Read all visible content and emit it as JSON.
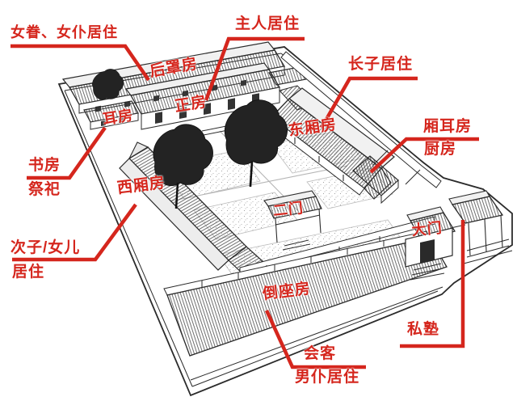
{
  "diagram": {
    "subject": "siheyuan-courtyard-house",
    "colors": {
      "label_red": "#d5261d",
      "ink": "#2b2b2b",
      "paper": "#ffffff"
    }
  },
  "building_labels": {
    "rear_row": "后罩房",
    "main_hall": "正房",
    "ear_room": "耳房",
    "east_wing": "东厢房",
    "west_wing": "西厢房",
    "inner_gate": "二门",
    "main_gate": "大门",
    "front_row": "倒座房"
  },
  "callouts": {
    "women_quarters": {
      "line1": "女眷、女仆居住"
    },
    "master_residence": {
      "line1": "主人居住"
    },
    "eldest_son": {
      "line1": "长子居住"
    },
    "wing_ear_room": {
      "line1": "厢耳房",
      "line2": "厨房"
    },
    "study": {
      "line1": "书房",
      "line2": "祭祀"
    },
    "second_son_daughter": {
      "line1": "次子/女儿",
      "line2": "居住"
    },
    "reception": {
      "line1": "会客",
      "line2": "男仆居住"
    },
    "private_school": {
      "line1": "私塾"
    }
  }
}
